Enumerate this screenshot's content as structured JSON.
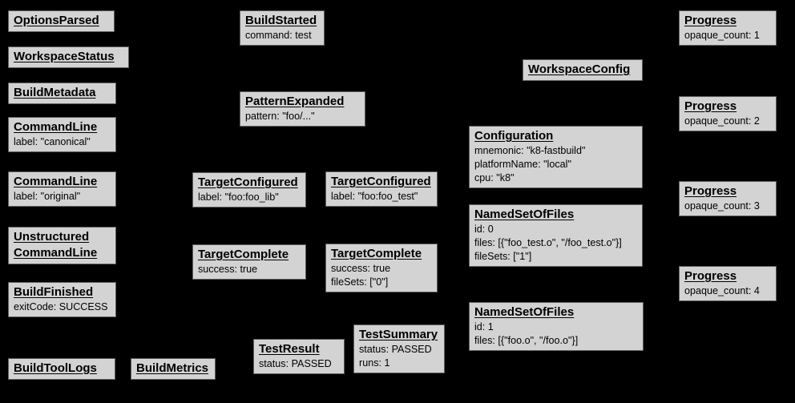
{
  "diagram": {
    "description": "Build event protocol graph",
    "colors": {
      "background": "#000000",
      "node_fill": "#d3d3d3",
      "node_border": "#5f5f5f",
      "text": "#000000"
    },
    "nodes": [
      {
        "title": "OptionsParsed",
        "lines": []
      },
      {
        "title": "WorkspaceStatus",
        "lines": []
      },
      {
        "title": "BuildMetadata",
        "lines": []
      },
      {
        "title": "CommandLine",
        "lines": [
          "label: \"canonical\""
        ]
      },
      {
        "title": "CommandLine",
        "lines": [
          "label: \"original\""
        ]
      },
      {
        "title_lines": [
          "Unstructured",
          "CommandLine"
        ],
        "lines": []
      },
      {
        "title": "BuildFinished",
        "lines": [
          "exitCode: SUCCESS"
        ]
      },
      {
        "title": "BuildToolLogs",
        "lines": []
      },
      {
        "title": "BuildMetrics",
        "lines": []
      },
      {
        "title": "BuildStarted",
        "lines": [
          "command: test"
        ]
      },
      {
        "title": "PatternExpanded",
        "lines": [
          "pattern: \"foo/...\""
        ]
      },
      {
        "title": "TargetConfigured",
        "lines": [
          "label: \"foo:foo_lib\""
        ]
      },
      {
        "title": "TargetConfigured",
        "lines": [
          "label: \"foo:foo_test\""
        ]
      },
      {
        "title": "TargetComplete",
        "lines": [
          "success: true"
        ]
      },
      {
        "title": "TargetComplete",
        "lines": [
          "success: true",
          "fileSets: [\"0\"]"
        ]
      },
      {
        "title": "TestResult",
        "lines": [
          "status: PASSED"
        ]
      },
      {
        "title": "TestSummary",
        "lines": [
          "status: PASSED",
          "runs: 1"
        ]
      },
      {
        "title": "WorkspaceConfig",
        "lines": []
      },
      {
        "title": "Configuration",
        "lines": [
          "mnemonic: \"k8-fastbuild\"",
          "platformName: \"local\"",
          "cpu: \"k8\""
        ]
      },
      {
        "title": "NamedSetOfFiles",
        "lines": [
          "id: 0",
          "files: [{\"foo_test.o\", \"/foo_test.o\"}]",
          "fileSets: [\"1\"]"
        ]
      },
      {
        "title": "NamedSetOfFiles",
        "lines": [
          "id: 1",
          "files: [{\"foo.o\", \"/foo.o\"}]"
        ]
      },
      {
        "title": "Progress",
        "lines": [
          "opaque_count: 1"
        ]
      },
      {
        "title": "Progress",
        "lines": [
          "opaque_count: 2"
        ]
      },
      {
        "title": "Progress",
        "lines": [
          "opaque_count: 3"
        ]
      },
      {
        "title": "Progress",
        "lines": [
          "opaque_count: 4"
        ]
      }
    ]
  }
}
